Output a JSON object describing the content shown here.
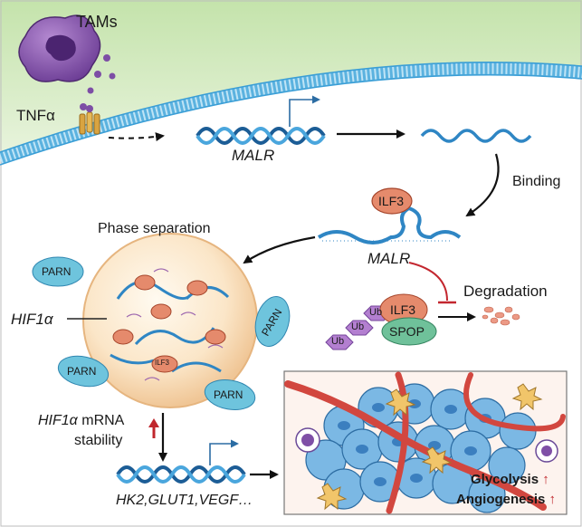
{
  "labels": {
    "tams": "TAMs",
    "tnfa": "TNFα",
    "malr_top": "MALR",
    "binding": "Binding",
    "ilf3_top": "ILF3",
    "phase_separation": "Phase separation",
    "malr_mid": "MALR",
    "degradation": "Degradation",
    "hif1a": "HIF1α",
    "ilf3_complex": "ILF3",
    "spop": "SPOP",
    "ub": "Ub",
    "parn": "PARN",
    "ilf3_droplet": "ILF3",
    "hif1a_mrna_italic": "HIF1α",
    "hif1a_mrna_rest": " mRNA",
    "stability": "stability",
    "genes": "HK2,GLUT1,VEGF…",
    "glycolysis": "Glycolysis",
    "angiogenesis": "Angiogenesis",
    "up_arrow": "↑"
  },
  "colors": {
    "background_top": "#c9e6b2",
    "membrane": "#78c3e6",
    "macrophage": "#7f4fa6",
    "ilf3": "#e58a6c",
    "spop": "#6fc19a",
    "ub": "#b37fd0",
    "parn": "#6ec4dd",
    "tumor_cell": "#7bb8e4",
    "vessel": "#d2473f",
    "up_arrow": "#c0272d"
  }
}
